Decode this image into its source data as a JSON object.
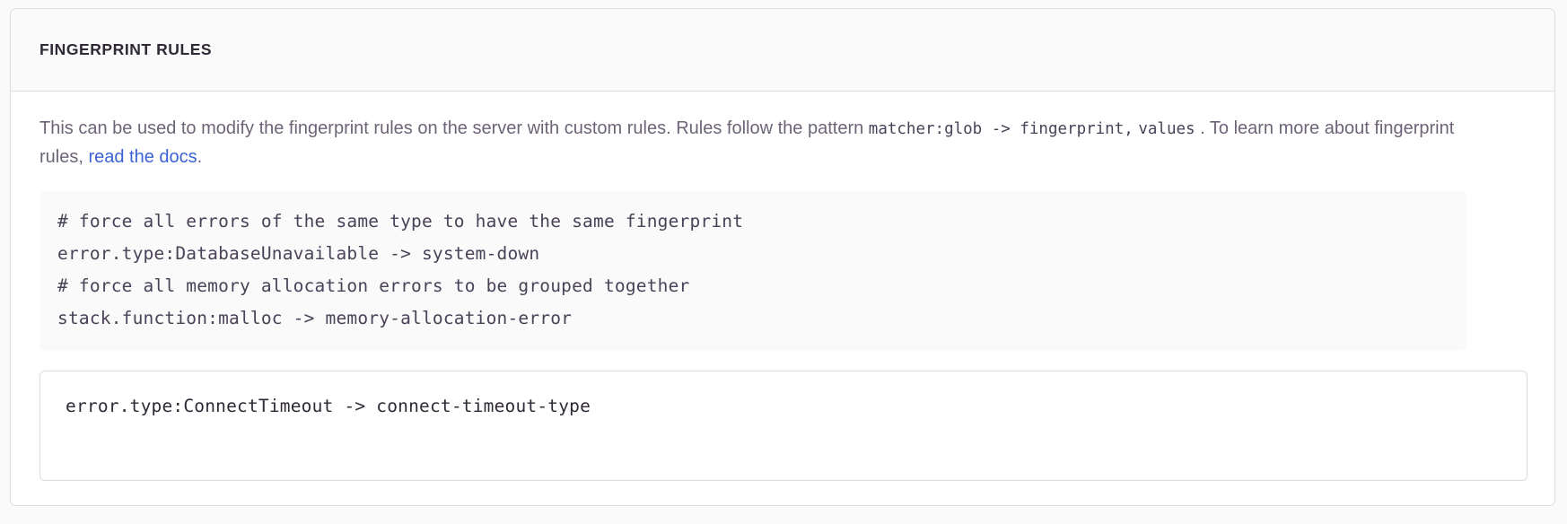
{
  "panel": {
    "title": "Fingerprint Rules",
    "description": {
      "part1": "This can be used to modify the fingerprint rules on the server with custom rules. Rules follow the pattern ",
      "code1": "matcher:glob -> fingerprint,",
      "code2": "values",
      "part2": " . To learn more about fingerprint rules, ",
      "link_label": "read the docs",
      "part3": "."
    },
    "example_code": {
      "lines": [
        "# force all errors of the same type to have the same fingerprint",
        "error.type:DatabaseUnavailable -> system-down",
        "# force all memory allocation errors to be grouped together",
        "stack.function:malloc -> memory-allocation-error"
      ]
    },
    "rules_input": {
      "value": "error.type:ConnectTimeout -> connect-timeout-type",
      "placeholder": ""
    }
  },
  "colors": {
    "page_background": "#FAFAFB",
    "panel_background": "#FFFFFF",
    "panel_border": "#E0DCE5",
    "header_background": "#FAFAFB",
    "title_text": "#2F2936",
    "body_text": "#6E6478",
    "code_text": "#4A4258",
    "code_block_background": "#FAFAFA",
    "link": "#3C62D6",
    "input_border": "#DEDAE4"
  }
}
